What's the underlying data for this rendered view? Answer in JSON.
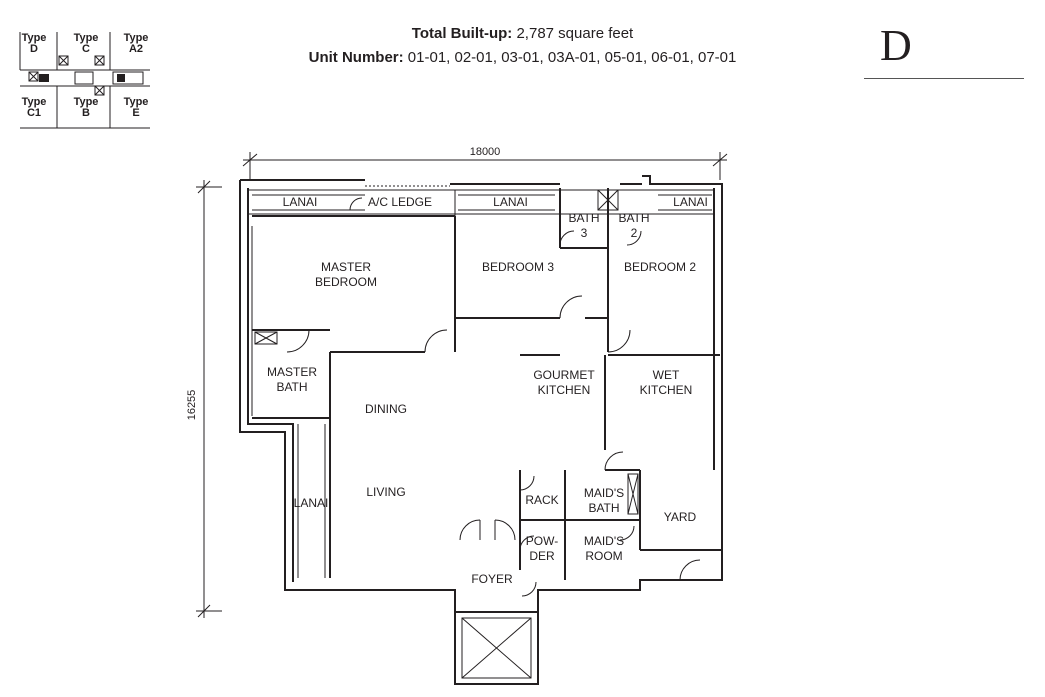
{
  "key_plan": {
    "labels": [
      {
        "id": "type-d",
        "text": "Type\nD"
      },
      {
        "id": "type-c",
        "text": "Type\nC"
      },
      {
        "id": "type-a2",
        "text": "Type\nA2"
      },
      {
        "id": "type-c1",
        "text": "Type\nC1"
      },
      {
        "id": "type-b",
        "text": "Type\nB"
      },
      {
        "id": "type-e",
        "text": "Type\nE"
      }
    ]
  },
  "header": {
    "total_label": "Total Built-up:",
    "total_value": "2,787 square feet",
    "unit_label": "Unit Number:",
    "unit_value": "01-01, 02-01, 03-01, 03A-01, 05-01, 06-01, 07-01"
  },
  "type_letter": "D",
  "dimensions": {
    "width": "18000",
    "height": "16255"
  },
  "rooms": {
    "lanai_1": "LANAI",
    "ac_ledge": "A/C LEDGE",
    "lanai_2": "LANAI",
    "bath_3": "BATH\n3",
    "bath_2": "BATH\n2",
    "lanai_3": "LANAI",
    "master_bedroom": "MASTER\nBEDROOM",
    "bedroom_3": "BEDROOM 3",
    "bedroom_2": "BEDROOM 2",
    "master_bath": "MASTER\nBATH",
    "dining": "DINING",
    "gourmet_kitchen": "GOURMET\nKITCHEN",
    "wet_kitchen": "WET\nKITCHEN",
    "living": "LIVING",
    "lanai_4": "LANAI",
    "rack": "RACK",
    "maids_bath": "MAID'S\nBATH",
    "yard": "YARD",
    "powder": "POW-\nDER",
    "maids_room": "MAID'S\nROOM",
    "foyer": "FOYER"
  }
}
